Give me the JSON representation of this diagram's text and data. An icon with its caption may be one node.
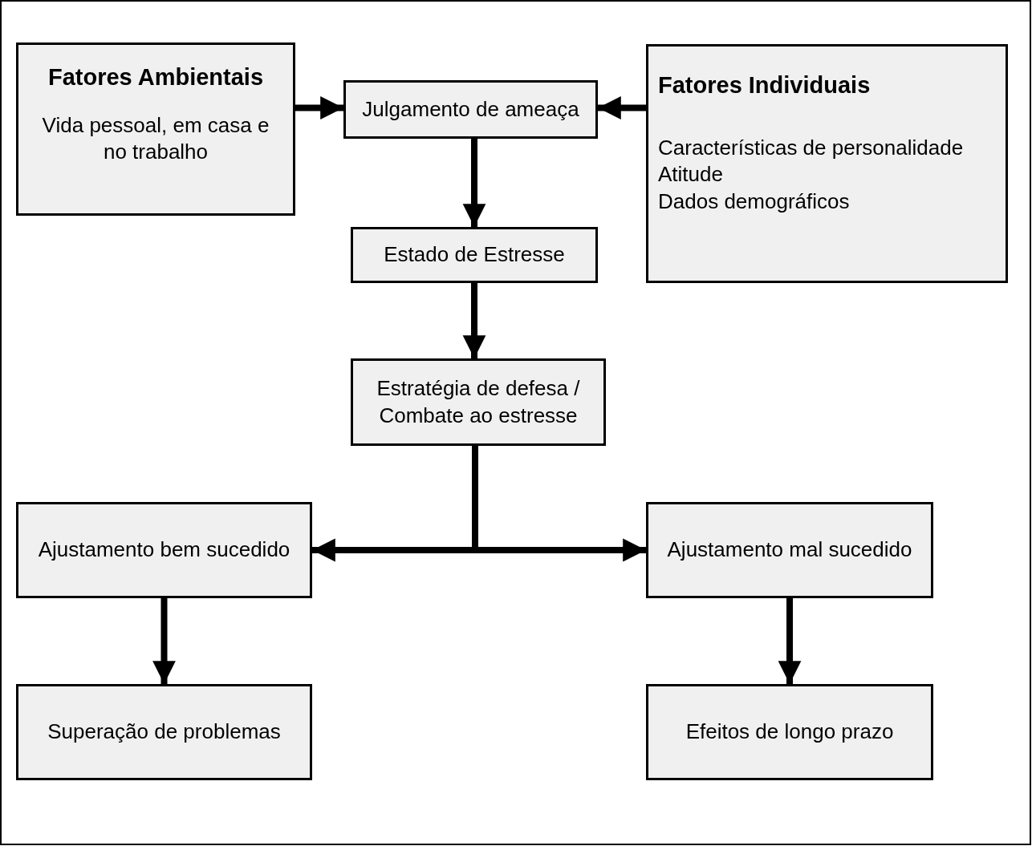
{
  "diagram": {
    "nodes": [
      {
        "text": [
          "Fatores Ambientais",
          "Vida pessoal, em casa e no trabalho"
        ]
      },
      {
        "text": [
          "Julgamento de ameaça"
        ]
      },
      {
        "text": [
          "Fatores Individuais",
          "Características de personalidade",
          "Atitude",
          "Dados demográficos"
        ]
      },
      {
        "text": [
          "Estado de Estresse"
        ]
      },
      {
        "text": [
          "Estratégia de defesa / Combate ao estresse"
        ]
      },
      {
        "text": [
          "Ajustamento bem sucedido"
        ]
      },
      {
        "text": [
          "Ajustamento mal sucedido"
        ]
      },
      {
        "text": [
          "Superação de problemas"
        ]
      },
      {
        "text": [
          "Efeitos de longo prazo"
        ]
      }
    ],
    "edges": [
      {
        "from": 0,
        "to": 1,
        "arrow": "to"
      },
      {
        "from": 2,
        "to": 1,
        "arrow": "to"
      },
      {
        "from": 1,
        "to": 3,
        "arrow": "to"
      },
      {
        "from": 3,
        "to": 4,
        "arrow": "to"
      },
      {
        "from": 4,
        "to": 5,
        "arrow": "to"
      },
      {
        "from": 4,
        "to": 6,
        "arrow": "to"
      },
      {
        "from": 5,
        "to": 7,
        "arrow": "to"
      },
      {
        "from": 6,
        "to": 8,
        "arrow": "to"
      }
    ]
  }
}
